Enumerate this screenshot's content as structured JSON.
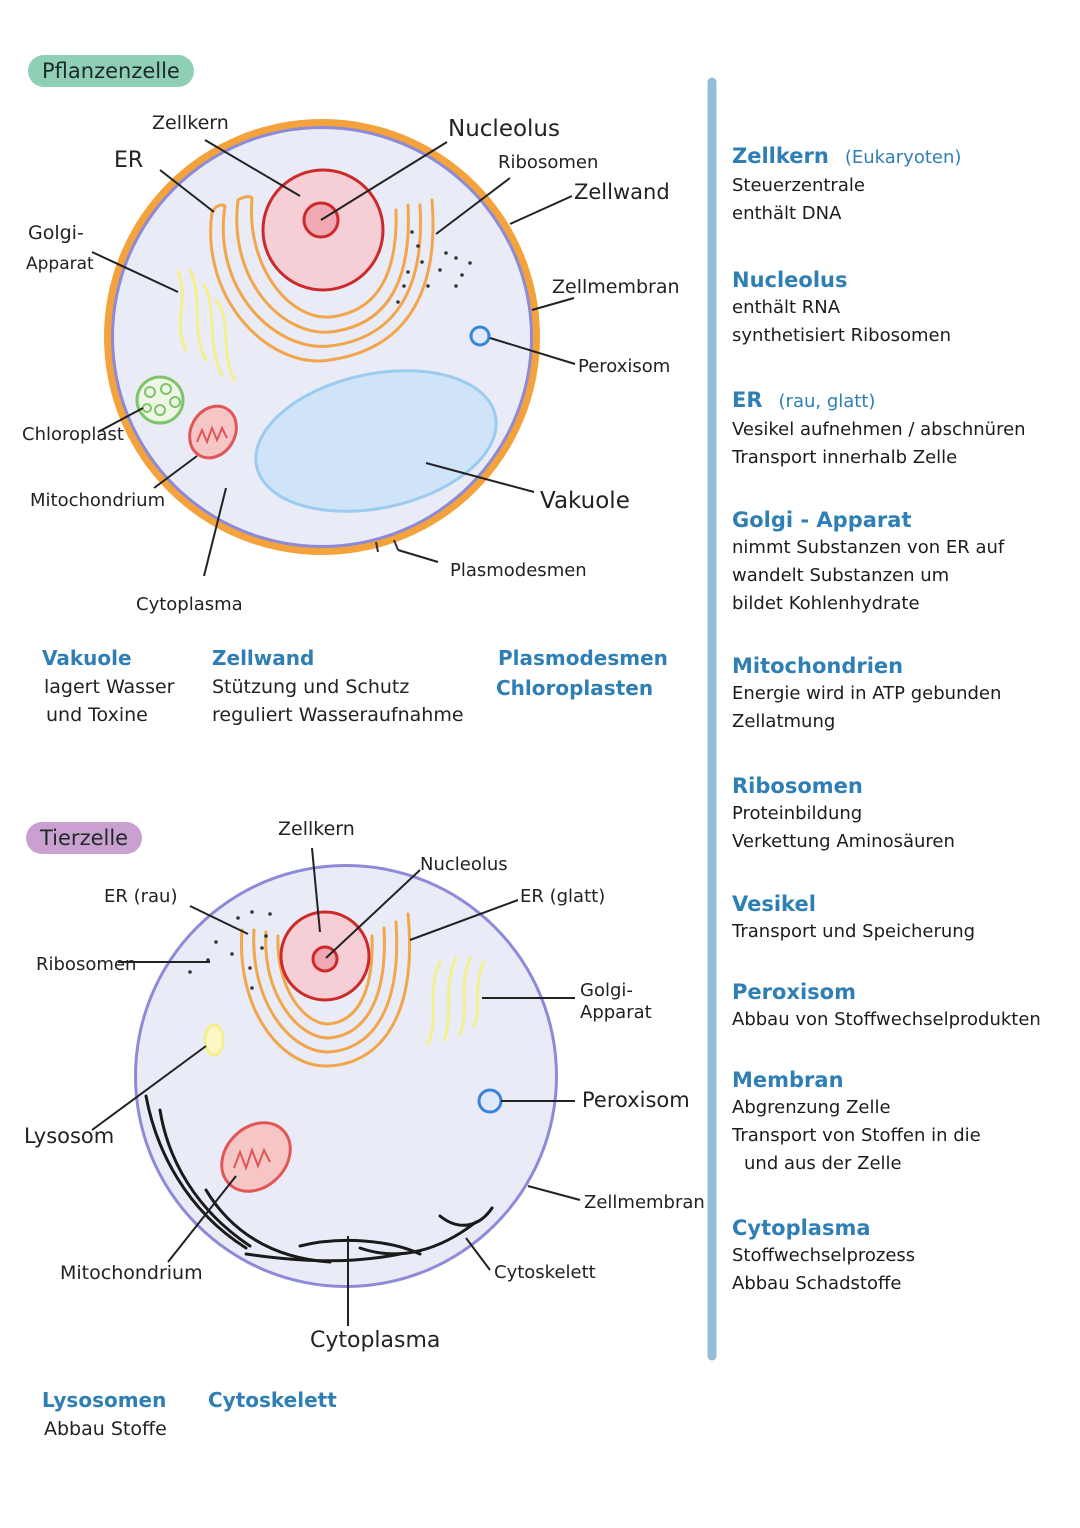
{
  "plant": {
    "badge": "Pflanzenzelle",
    "labels": {
      "zellkern": "Zellkern",
      "nucleolus": "Nucleolus",
      "er": "ER",
      "ribosomen": "Ribosomen",
      "zellwand": "Zellwand",
      "golgi_1": "Golgi-",
      "golgi_2": "Apparat",
      "zellmembran": "Zellmembran",
      "peroxisom": "Peroxisom",
      "chloroplast": "Chloroplast",
      "mitochondrium": "Mitochondrium",
      "vakuole": "Vakuole",
      "plasmodesmen": "Plasmodesmen",
      "cytoplasma": "Cytoplasma"
    },
    "notes": [
      {
        "head": "Vakuole",
        "lines": [
          "lagert Wasser",
          "und Toxine"
        ]
      },
      {
        "head": "Zellwand",
        "lines": [
          "Stützung und Schutz",
          "reguliert Wasseraufnahme"
        ]
      },
      {
        "head": "Plasmodesmen",
        "lines": []
      },
      {
        "head": "Chloroplasten",
        "lines": []
      }
    ]
  },
  "animal": {
    "badge": "Tierzelle",
    "labels": {
      "zellkern": "Zellkern",
      "nucleolus": "Nucleolus",
      "er_rau": "ER (rau)",
      "er_glatt": "ER (glatt)",
      "ribosomen": "Ribosomen",
      "golgi_1": "Golgi-",
      "golgi_2": "Apparat",
      "lysosom": "Lysosom",
      "peroxisom": "Peroxisom",
      "zellmembran": "Zellmembran",
      "mitochondrium": "Mitochondrium",
      "cytoskelett": "Cytoskelett",
      "cytoplasma": "Cytoplasma"
    },
    "notes": [
      {
        "head": "Lysosomen",
        "lines": [
          "Abbau Stoffe"
        ]
      },
      {
        "head": "Cytoskelett",
        "lines": []
      }
    ]
  },
  "sidebar": [
    {
      "head": "Zellkern",
      "note": "(Eukaryoten)",
      "lines": [
        "Steuerzentrale",
        "enthält DNA"
      ]
    },
    {
      "head": "Nucleolus",
      "note": "",
      "lines": [
        "enthält RNA",
        "synthetisiert Ribosomen"
      ]
    },
    {
      "head": "ER",
      "note": "(rau, glatt)",
      "lines": [
        "Vesikel aufnehmen / abschnüren",
        "Transport innerhalb Zelle"
      ]
    },
    {
      "head": "Golgi - Apparat",
      "note": "",
      "lines": [
        "nimmt Substanzen von ER auf",
        "wandelt Substanzen um",
        "bildet Kohlenhydrate"
      ]
    },
    {
      "head": "Mitochondrien",
      "note": "",
      "lines": [
        "Energie wird in ATP gebunden",
        "Zellatmung"
      ]
    },
    {
      "head": "Ribosomen",
      "note": "",
      "lines": [
        "Proteinbildung",
        "Verkettung Aminosäuren"
      ]
    },
    {
      "head": "Vesikel",
      "note": "",
      "lines": [
        "Transport und Speicherung"
      ]
    },
    {
      "head": "Peroxisom",
      "note": "",
      "lines": [
        "Abbau von Stoffwechselprodukten"
      ]
    },
    {
      "head": "Membran",
      "note": "",
      "lines": [
        "Abgrenzung Zelle",
        "Transport von Stoffen in die",
        "und aus der Zelle"
      ]
    },
    {
      "head": "Cytoplasma",
      "note": "",
      "lines": [
        "Stoffwechselprozess",
        "Abbau Schadstoffe"
      ]
    }
  ],
  "colors": {
    "heading": "#2f7fb5",
    "plant_badge": "#8fcfb5",
    "animal_badge": "#c9a0cf",
    "membrane": "#8d8ad8",
    "cell_wall": "#f4a23c",
    "cytoplasm": "#e9ecf7",
    "nucleus": "#cc2a2a",
    "er": "#f2a54a",
    "golgi": "#f3ef8c",
    "vacuole": "#9ccbf0",
    "chloroplast": "#7ec46a",
    "divider": "#93bed6"
  }
}
